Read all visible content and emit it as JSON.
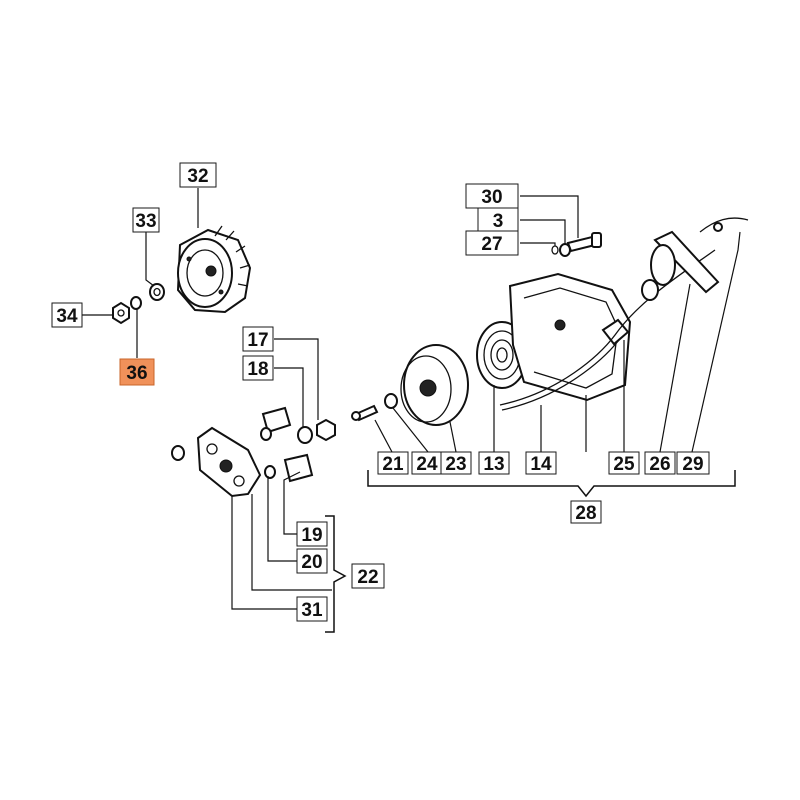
{
  "callouts": {
    "c30": "30",
    "c3": "3",
    "c27": "27",
    "c32": "32",
    "c33": "33",
    "c34": "34",
    "c36": "36",
    "c17": "17",
    "c18": "18",
    "c21": "21",
    "c24": "24",
    "c23": "23",
    "c13": "13",
    "c14": "14",
    "c25": "25",
    "c26": "26",
    "c29": "29",
    "c28": "28",
    "c19": "19",
    "c20": "20",
    "c22": "22",
    "c31": "31"
  },
  "colors": {
    "highlight": "#f0915a",
    "line": "#111111",
    "background": "#ffffff"
  },
  "highlighted_part": "36"
}
